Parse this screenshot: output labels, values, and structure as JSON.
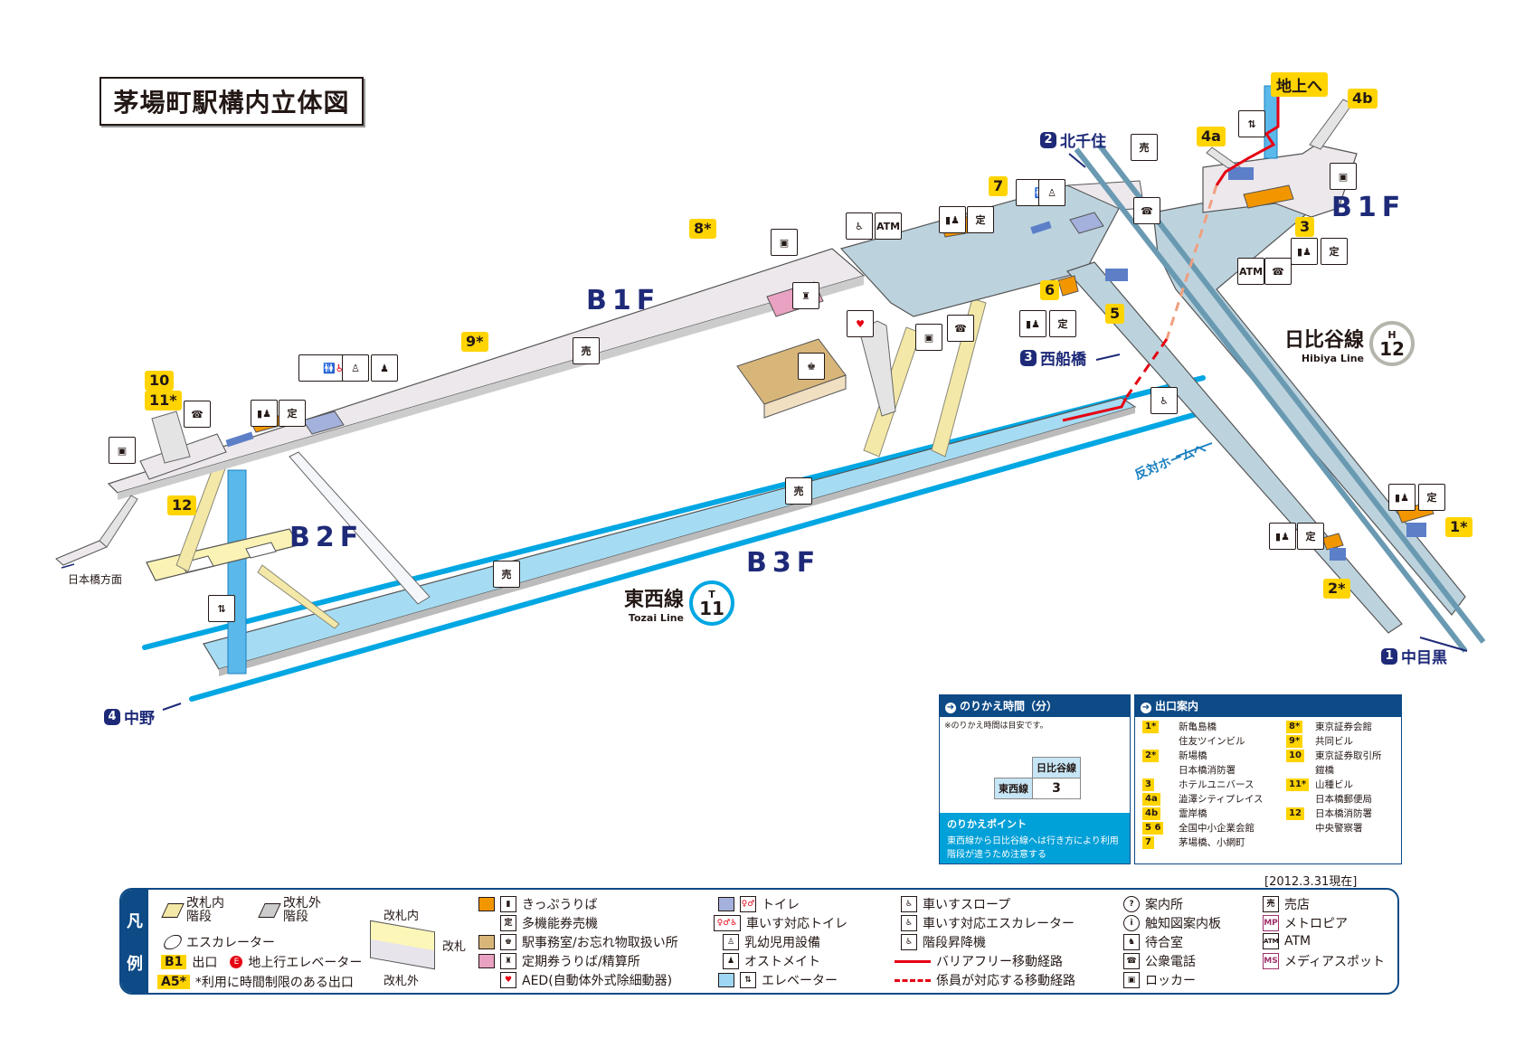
{
  "title": "茅場町駅構内立体図",
  "floors": {
    "b1f_left": "B1F",
    "b1f_right": "B1F",
    "b2f": "B2F",
    "b3f": "B3F"
  },
  "lines": {
    "tozai": {
      "name_jp": "東西線",
      "name_en": "Tozai Line",
      "letter": "T",
      "number": "11",
      "color": "#00a7e3"
    },
    "hibiya": {
      "name_jp": "日比谷線",
      "name_en": "Hibiya Line",
      "letter": "H",
      "number": "12",
      "color": "#b5b5ac"
    }
  },
  "destinations": [
    {
      "num": "1",
      "name": "中目黒"
    },
    {
      "num": "2",
      "name": "北千住"
    },
    {
      "num": "3",
      "name": "西船橋"
    },
    {
      "num": "4",
      "name": "中野"
    }
  ],
  "map_labels": {
    "to_ground": "地上へ",
    "opposite_platform": "反対ホームへ",
    "nihonbashi_direction": "日本橋方面"
  },
  "exit_labels": [
    "1*",
    "2*",
    "3",
    "4a",
    "4b",
    "5",
    "6",
    "7",
    "8*",
    "9*",
    "10",
    "11*",
    "12"
  ],
  "map_icons": [
    "toilet-icon",
    "baby-room-icon",
    "ostomate-icon",
    "ticket-machine-icon",
    "commuter-pass-icon",
    "locker-icon",
    "phone-icon",
    "shop-icon",
    "atm-icon",
    "wheelchair-slope-icon",
    "aed-icon",
    "station-office-icon",
    "pass-office-icon",
    "elevator-icon",
    "stair-lift-icon"
  ],
  "transfer_panel": {
    "title": "のりかえ時間（分）",
    "note": "※のりかえ時間は目安です。",
    "col_header": "日比谷線",
    "row_header": "東西線",
    "value": "3",
    "point_title": "のりかえポイント",
    "point_text_1": "東西線から日比谷線へは行き方により利用",
    "point_text_2": "階段が違うため注意する"
  },
  "exit_panel": {
    "title": "出口案内",
    "left": [
      {
        "badge": "1*",
        "lines": [
          "新亀島橋",
          "住友ツインビル"
        ]
      },
      {
        "badge": "2*",
        "lines": [
          "新場橋",
          "日本橋消防署"
        ]
      },
      {
        "badge": "3",
        "lines": [
          "ホテルユニバース"
        ]
      },
      {
        "badge": "4a",
        "lines": [
          "澁澤シティプレイス"
        ]
      },
      {
        "badge": "4b",
        "lines": [
          "霊岸橋"
        ]
      },
      {
        "badge": "5 6",
        "lines": [
          "全国中小企業会館"
        ]
      },
      {
        "badge": "7",
        "lines": [
          "茅場橋、小網町"
        ]
      }
    ],
    "right": [
      {
        "badge": "8*",
        "lines": [
          "東京証券会館"
        ]
      },
      {
        "badge": "9*",
        "lines": [
          "共同ビル"
        ]
      },
      {
        "badge": "10",
        "lines": [
          "東京証券取引所",
          "鎧橋"
        ]
      },
      {
        "badge": "11*",
        "lines": [
          "山種ビル",
          "日本橋郵便局"
        ]
      },
      {
        "badge": "12",
        "lines": [
          "日本橋消防署",
          "中央警察署"
        ]
      }
    ]
  },
  "as_of": "[2012.3.31現在]",
  "legend": {
    "side_1": "凡",
    "side_2": "例",
    "stairs_inside": "改札内\n階段",
    "stairs_outside": "改札外\n階段",
    "escalator": "エスカレーター",
    "exit_badge": "B1",
    "exit_label": "出口",
    "elevator_ground_badge": "E",
    "elevator_ground": "地上行エレベーター",
    "limited_badge": "A5*",
    "limited_label": "*利用に時間制限のある出口",
    "gate_inside": "改札内",
    "gate": "改札",
    "gate_outside": "改札外",
    "ticket_sales": "きっぷうりば",
    "multi_ticket": "多機能券売機",
    "station_office": "駅事務室/お忘れ物取扱い所",
    "pass_office": "定期券うりば/精算所",
    "aed": "AED(自動体外式除細動器)",
    "toilet": "トイレ",
    "accessible_toilet": "車いす対応トイレ",
    "baby": "乳幼児用設備",
    "ostomate": "オストメイト",
    "elevator": "エレベーター",
    "wheelchair_slope": "車いすスロープ",
    "wheelchair_escalator": "車いす対応エスカレーター",
    "stair_lift": "階段昇降機",
    "barrier_free_route": "バリアフリー移動経路",
    "staff_route": "係員が対応する移動経路",
    "info": "案内所",
    "tactile_map": "触知図案内板",
    "waiting_room": "待合室",
    "public_phone": "公衆電話",
    "locker": "ロッカー",
    "shop": "売店",
    "metropia_badge": "MP",
    "metropia": "メトロピア",
    "atm_badge": "ATM",
    "atm": "ATM",
    "mediaspot_badge": "MS",
    "media_spot": "メディアスポット"
  },
  "colors": {
    "navy": "#0d4a86",
    "dest_blue": "#1e2a78",
    "tozai_blue": "#00a7e3",
    "platform_b3": "#a6dcf3",
    "concourse": "#ece8ec",
    "hibiya_platform": "#bcd3de",
    "exit_yellow": "#ffd400",
    "ticket_orange": "#f29600",
    "barrier_red": "#e60012",
    "stairs_in": "#f4e8a8"
  }
}
